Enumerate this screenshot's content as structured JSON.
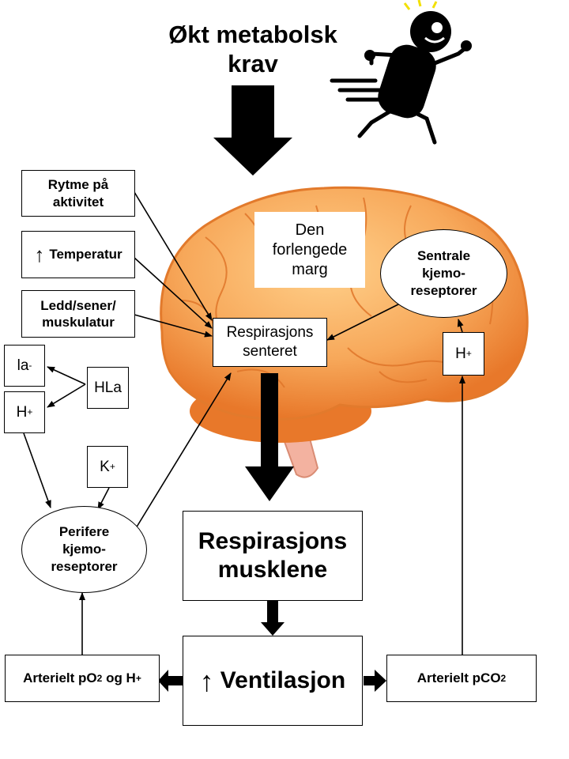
{
  "title": {
    "line1": "Økt metabolsk",
    "line2": "krav"
  },
  "brain": {
    "medulla": {
      "line1": "Den",
      "line2": "forlengede",
      "line3": "marg"
    },
    "respiratory_center": {
      "line1": "Respirasjons",
      "line2": "senteret"
    }
  },
  "inputs": {
    "rhythm": {
      "line1": "Rytme på",
      "line2": "aktivitet"
    },
    "temperature": {
      "arrow": "↑",
      "label": "Temperatur"
    },
    "joints": {
      "line1": "Ledd/sener/",
      "line2": "muskulatur"
    }
  },
  "ions": {
    "la": {
      "base": "la",
      "sup": "-"
    },
    "h_left": {
      "base": "H",
      "sup": "+"
    },
    "hla": "HLa",
    "k": {
      "base": "K",
      "sup": "+"
    },
    "h_right": {
      "base": "H",
      "sup": "+"
    }
  },
  "central_chemoreceptors": {
    "line1": "Sentrale",
    "line2": "kjemo-",
    "line3": "reseptorer"
  },
  "peripheral_chemoreceptors": {
    "line1": "Perifere",
    "line2": "kjemo-",
    "line3": "reseptorer"
  },
  "respiratory_muscles": {
    "line1": "Respirasjons",
    "line2": "musklene"
  },
  "ventilation": {
    "arrow": "↑",
    "label": "Ventilasjon"
  },
  "arterial_po2": {
    "p1": "Arterielt pO",
    "sub": "2",
    "p2": " og H",
    "sup": "+"
  },
  "arterial_pco2": {
    "p1": "Arterielt pCO",
    "sub": "2"
  },
  "colors": {
    "brain_fill": "#F7A85A",
    "brain_dark": "#E8782A",
    "stem": "#F3B2A0",
    "arrows": "#000000"
  }
}
